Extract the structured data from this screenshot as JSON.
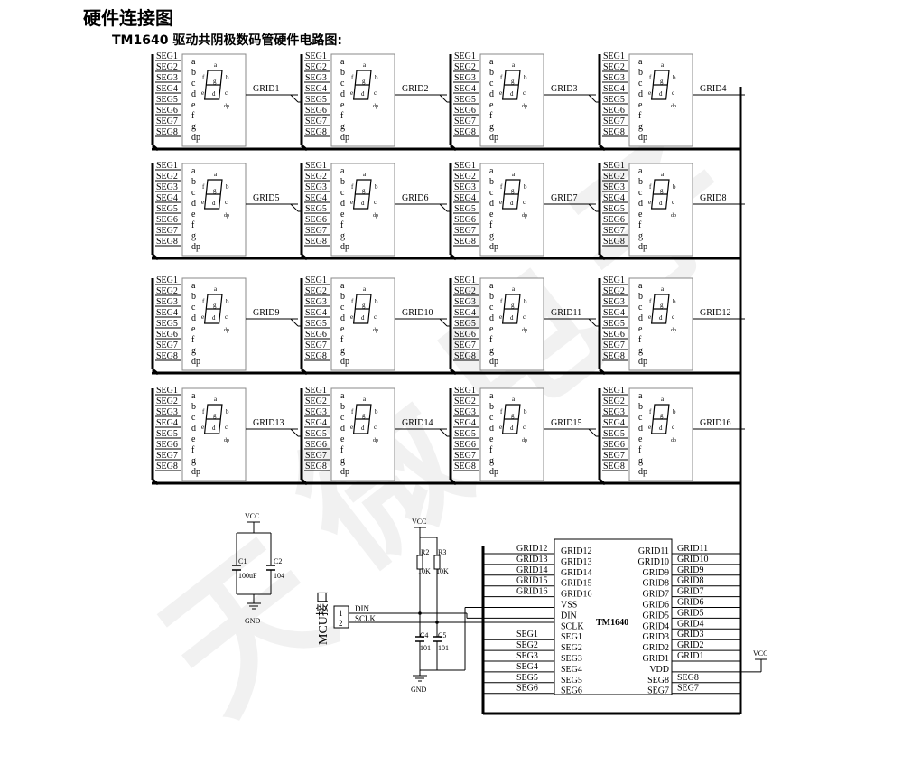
{
  "page": {
    "heading": "硬件连接图",
    "subheading": "TM1640 驱动共阴极数码管硬件电路图:"
  },
  "display": {
    "seg_labels": [
      "SEG1",
      "SEG2",
      "SEG3",
      "SEG4",
      "SEG5",
      "SEG6",
      "SEG7",
      "SEG8"
    ],
    "pin_letters": [
      "a",
      "b",
      "c",
      "d",
      "e",
      "f",
      "g",
      "dp"
    ],
    "grid_labels": [
      "GRID1",
      "GRID2",
      "GRID3",
      "GRID4",
      "GRID5",
      "GRID6",
      "GRID7",
      "GRID8",
      "GRID9",
      "GRID10",
      "GRID11",
      "GRID12",
      "GRID13",
      "GRID14",
      "GRID15",
      "GRID16"
    ],
    "segment_letters": {
      "a": "a",
      "b": "b",
      "c": "c",
      "d": "d",
      "e": "e",
      "f": "f",
      "g": "g",
      "dp": "dp"
    }
  },
  "chip": {
    "name": "TM1640",
    "left_pins": [
      "GRID12",
      "GRID13",
      "GRID14",
      "GRID15",
      "GRID16",
      "VSS",
      "DIN",
      "SCLK",
      "SEG1",
      "SEG2",
      "SEG3",
      "SEG4",
      "SEG5",
      "SEG6"
    ],
    "right_pins": [
      "GRID11",
      "GRID10",
      "GRID9",
      "GRID8",
      "GRID7",
      "GRID6",
      "GRID5",
      "GRID4",
      "GRID3",
      "GRID2",
      "GRID1",
      "VDD",
      "SEG8",
      "SEG7"
    ],
    "left_nets": [
      "GRID12",
      "GRID13",
      "GRID14",
      "GRID15",
      "GRID16",
      "",
      "",
      "",
      "SEG1",
      "SEG2",
      "SEG3",
      "SEG4",
      "SEG5",
      "SEG6"
    ],
    "right_nets": [
      "GRID11",
      "GRID10",
      "GRID9",
      "GRID8",
      "GRID7",
      "GRID6",
      "GRID5",
      "GRID4",
      "GRID3",
      "GRID2",
      "GRID1",
      "",
      "SEG8",
      "SEG7"
    ]
  },
  "power": {
    "vcc": "VCC",
    "gnd": "GND",
    "c1_ref": "C1",
    "c1_val": "100uF",
    "c2_ref": "C2",
    "c2_val": "104",
    "r2_ref": "R2",
    "r2_val": "10K",
    "r3_ref": "R3",
    "r3_val": "10K",
    "c4_ref": "C4",
    "c4_val": "101",
    "c5_ref": "C5",
    "c5_val": "101"
  },
  "mcu": {
    "label": "MCU接口",
    "pin1": "1",
    "pin2": "2",
    "din": "DIN",
    "sclk": "SCLK"
  },
  "watermark": [
    "天",
    "微",
    "电",
    "子"
  ]
}
